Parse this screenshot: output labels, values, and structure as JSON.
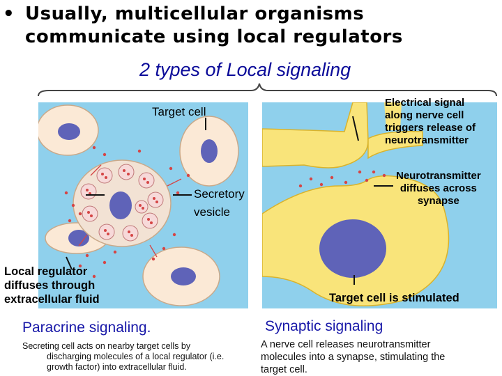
{
  "slide": {
    "bullet": "•",
    "title_lines": "Usually, multicellular organisms\ncommunicate using local regulators",
    "subtitle": "2 types of Local signaling"
  },
  "paracrine": {
    "target_cell_label": "Target cell",
    "secretory_vesicle_label": "Secretory\nvesicle",
    "local_regulator_label": "Local regulator\ndiffuses through\nextracellular fluid",
    "heading": "Paracrine signaling.",
    "description_first": "Secreting cell acts on nearby target cells by",
    "description_rest": "discharging molecules of a local regulator (i.e.\ngrowth  factor) into extracellular fluid."
  },
  "synaptic": {
    "electrical_label": "Electrical signal\nalong nerve cell\ntriggers release of\nneurotransmitter",
    "neurotransmitter_label": "Neurotransmitter\ndiffuses across\nsynapse",
    "stimulated_label": "Target cell is stimulated",
    "heading": "Synaptic signaling",
    "description": "A nerve cell releases neurotransmitter\nmolecules into a synapse, stimulating the\ntarget cell."
  },
  "colors": {
    "panel_bg": "#8fd0ec",
    "cell_body": "#fbe9d6",
    "nucleus": "#5f63b8",
    "vesicle": "#f7d9d9",
    "dots": "#d54545",
    "neuron": "#f9e47a",
    "heading": "#1818a8",
    "subtitle": "#0b0b99"
  }
}
